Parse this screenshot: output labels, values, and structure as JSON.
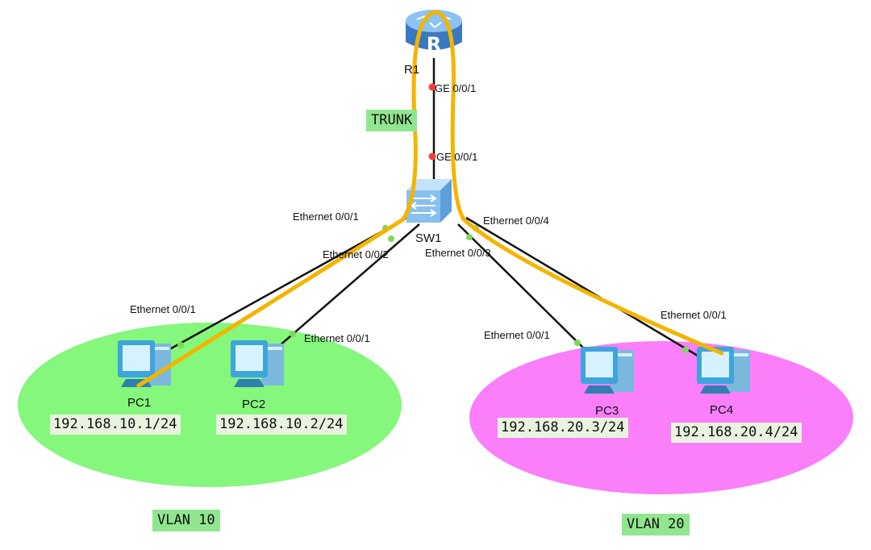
{
  "router": {
    "name": "R1",
    "glyph": "R",
    "port": "GE 0/0/1"
  },
  "switch": {
    "name": "SW1",
    "uplink_port": "GE 0/0/1",
    "ports": [
      "Ethernet 0/0/1",
      "Ethernet 0/0/2",
      "Ethernet 0/0/3",
      "Ethernet 0/0/4"
    ]
  },
  "trunk_label": "TRUNK",
  "pcs": [
    {
      "name": "PC1",
      "ip": "192.168.10.1/24",
      "port": "Ethernet 0/0/1"
    },
    {
      "name": "PC2",
      "ip": "192.168.10.2/24",
      "port": "Ethernet 0/0/1"
    },
    {
      "name": "PC3",
      "ip": "192.168.20.3/24",
      "port": "Ethernet 0/0/1"
    },
    {
      "name": "PC4",
      "ip": "192.168.20.4/24",
      "port": "Ethernet 0/0/1"
    }
  ],
  "vlans": [
    {
      "label": "VLAN 10",
      "color": "#84f77c"
    },
    {
      "label": "VLAN 20",
      "color": "#fb7efb"
    }
  ],
  "colors": {
    "link": "#111111",
    "path": "#f5b400",
    "port_red": "#ff3b3b",
    "port_green": "#7ed957",
    "router": "#4a8fd8",
    "switch": "#7ab7ec",
    "pc": "#4fb8e8"
  }
}
